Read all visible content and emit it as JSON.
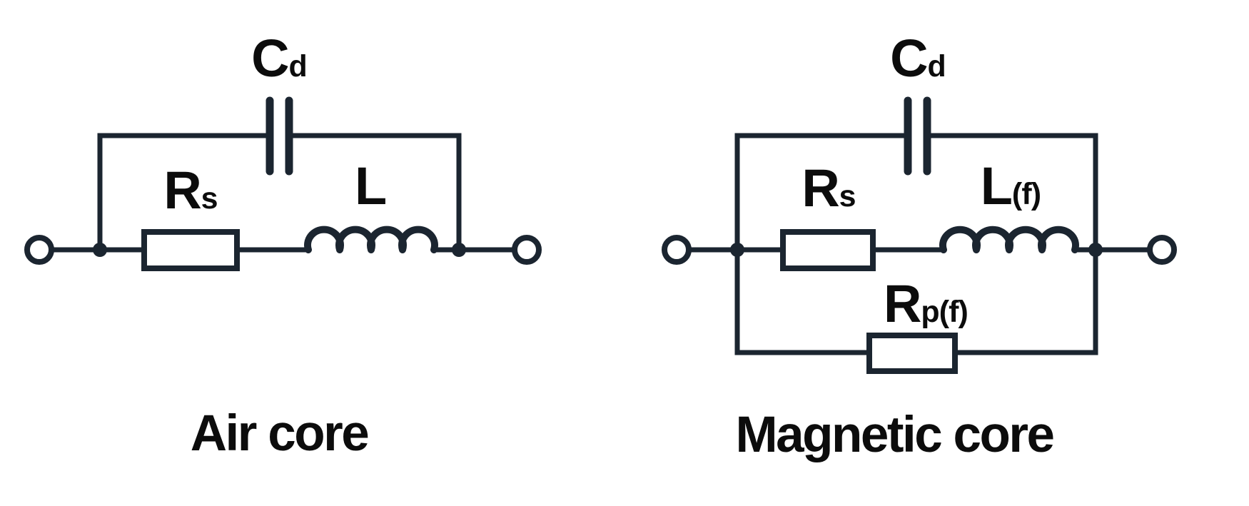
{
  "colors": {
    "line": "#1b2530",
    "text": "#0c0c0c",
    "background": "#ffffff"
  },
  "air_core_circuit": {
    "title": "Air core",
    "capacitor_label": {
      "main": "C",
      "sub": "d"
    },
    "series_resistor_label": {
      "main": "R",
      "sub": "s"
    },
    "inductor_label": {
      "main": "L",
      "sub": ""
    }
  },
  "magnetic_core_circuit": {
    "title": "Magnetic core",
    "capacitor_label": {
      "main": "C",
      "sub": "d"
    },
    "series_resistor_label": {
      "main": "R",
      "sub": "s"
    },
    "inductor_label": {
      "main": "L",
      "sub": "(f)"
    },
    "parallel_resistor_label": {
      "main": "R",
      "sub": "p(f)"
    }
  }
}
